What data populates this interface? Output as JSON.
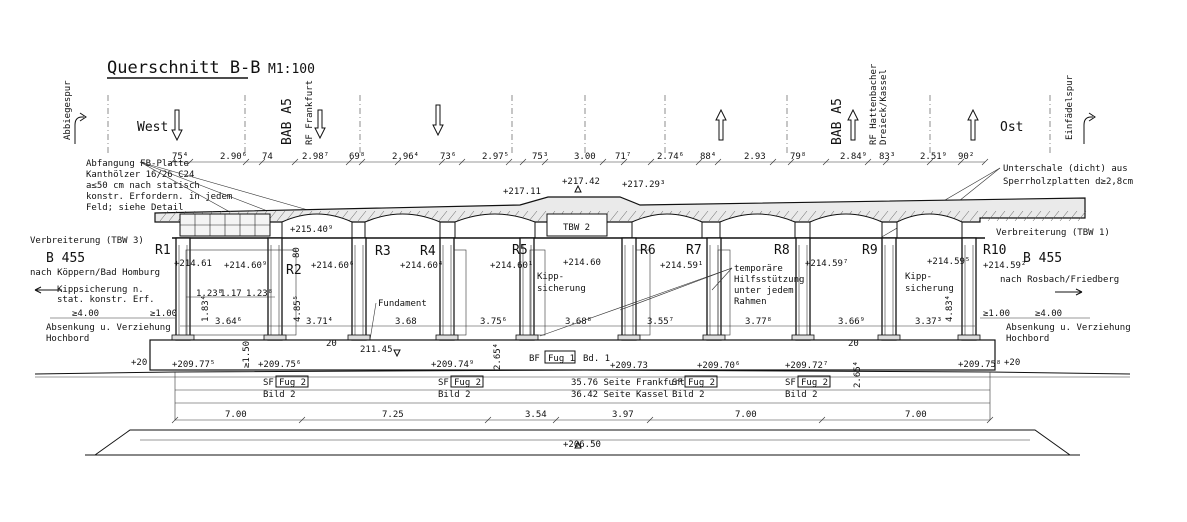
{
  "title": "Querschnitt  B-B",
  "scale": "M1:100",
  "top_labels": {
    "abbiegespur": "Abbiegespur",
    "west": "West",
    "bab_a5_left": "BAB A5",
    "rf_frankfurt": "RF Frankfurt",
    "bab_a5_right": "BAB A5",
    "rf_hattenbacher": "RF Hattenbacher",
    "dreieck_kassel": "Dreieck/Kassel",
    "ost": "Ost",
    "einfaedelspur": "Einfädelspur"
  },
  "top_dims": [
    "75⁴",
    "2.90⁶",
    "74",
    "2.98⁷",
    "69⁸",
    "2.96⁴",
    "73⁶",
    "2.97⁵",
    "75³",
    "3.00",
    "71⁷",
    "2.74⁶",
    "88⁴",
    "2.93",
    "79⁸",
    "2.84⁹",
    "83³",
    "2.51⁹",
    "90²"
  ],
  "notes": {
    "abfangung": [
      "Abfangung FB-Platte",
      "Kanthölzer 16/26 C24",
      "a≤50 cm nach statisch",
      "konstr. Erfordern. in jedem",
      "Feld; siehe Detail"
    ],
    "unterschale": [
      "Unterschale (dicht) aus",
      "Sperrholzplatten d≥2,8cm"
    ],
    "verbreiterung_left": "Verbreiterung (TBW 3)",
    "verbreiterung_right": "Verbreiterung (TBW 1)",
    "b455_left": "B 455",
    "b455_right": "B 455",
    "koeppern": "nach Köppern/Bad Homburg",
    "rosbach": "nach Rosbach/Friedberg",
    "kippsicherung_left": [
      "Kippsicherung n.",
      "stat. konstr. Erf."
    ],
    "kippsicherung_mid": [
      "Kipp-",
      "sicherung"
    ],
    "kippsicherung_right": [
      "Kipp-",
      "sicherung"
    ],
    "temporaere": [
      "temporäre",
      "Hilfsstützung",
      "unter jedem",
      "Rahmen"
    ],
    "fundament": "Fundament",
    "absenkung_left": [
      "Absenkung u. Verziehung",
      "Hochbord"
    ],
    "absenkung_right": [
      "Absenkung u. Verziehung",
      "Hochbord"
    ],
    "tbw2": "TBW 2"
  },
  "supports": [
    "R1",
    "R2",
    "R3",
    "R4",
    "R5",
    "R6",
    "R7",
    "R8",
    "R9",
    "R10"
  ],
  "elevations": {
    "e21711": "+217.11",
    "e21742": "+217.42",
    "e21729": "+217.29³",
    "e21540": "+215.40⁹",
    "e21461": "+214.61",
    "e214609": "+214.60⁹",
    "e214606": "+214.60⁶",
    "e214604": "+214.60⁴",
    "e214601": "+214.60¹",
    "e21460": "+214.60",
    "e214591": "+214.59¹",
    "e214597": "+214.59⁷",
    "e214595": "+214.59⁵",
    "e214592": "+214.59²",
    "e209775": "+209.77⁵",
    "e209757": "+209.75⁶",
    "e209749": "+209.74⁹",
    "e20973": "+209.73",
    "e209706": "+209.70⁶",
    "e209727": "+209.72⁷",
    "e209758": "+209.75⁸",
    "e20650": "+206.50",
    "e21145": "211.45"
  },
  "mid_dims": {
    "d400_l": "≥4.00",
    "d100_l": "≥1.00",
    "d123a": "1.23⁸",
    "d117": "1.17",
    "d123b": "1.23⁸",
    "d183": "1.83⁴",
    "d485": "4.85⁵",
    "d364": "3.64⁶",
    "d371": "3.71⁴",
    "d368": "3.68",
    "d375": "3.75⁶",
    "d3688": "3.68⁸",
    "d355": "3.55⁷",
    "d377": "3.77⁸",
    "d366": "3.66⁹",
    "d337": "3.37³",
    "d483": "4.83⁴",
    "d100_r": "≥1.00",
    "d400_r": "≥4.00",
    "d80": "80",
    "d20_l": "20",
    "d20_r": "20",
    "d150": "≥1.50",
    "d265_l": "2.65⁴",
    "d265_r": "2.65⁴",
    "plus20_l": "+20",
    "plus20_r": "+20"
  },
  "bottom": {
    "bf": "BF",
    "fug1": "Fug 1",
    "bd1": "Bd. 1",
    "sf1": "SF",
    "fug2a": "Fug 2",
    "bild2a": "Bild 2",
    "sf2": "SF",
    "fug2b": "Fug 2",
    "bild2b": "Bild 2",
    "sf3": "SF",
    "fug2c": "Fug 2",
    "bild2c": "Bild 2",
    "sf4": "SF",
    "fug2d": "Fug 2",
    "bild2d": "Bild 2",
    "seite_ffm": "35.76  Seite Frankfurt",
    "seite_kassel": "36.42  Seite Kassel",
    "lane_dims": [
      "7.00",
      "7.25",
      "3.54",
      "3.97",
      "7.00",
      "7.00"
    ]
  }
}
